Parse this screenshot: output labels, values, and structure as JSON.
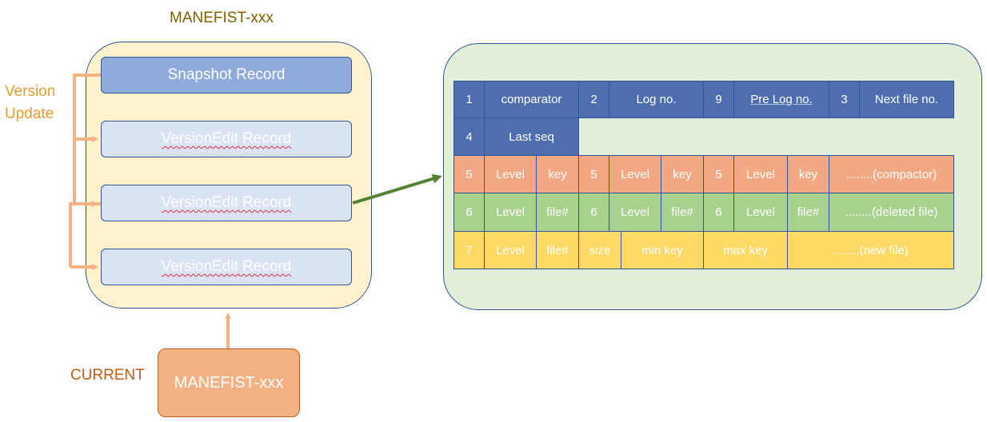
{
  "labels": {
    "manifest_title": "MANEFIST-xxx",
    "version_update": [
      "Version",
      "Update"
    ],
    "current": "CURRENT",
    "current_box": "MANEFIST-xxx"
  },
  "records": {
    "snapshot": "Snapshot Record",
    "version_edit_1": "VersionEdit Record",
    "version_edit_2": "VersionEdit Record",
    "version_edit_3": "VersionEdit Record"
  },
  "table": {
    "row1": [
      "1",
      "comparator",
      "2",
      "Log no.",
      "9",
      "Pre Log no.",
      "3",
      "Next file no."
    ],
    "row2": [
      "4",
      "Last seq"
    ],
    "row3": [
      "5",
      "Level",
      "key",
      "5",
      "Level",
      "key",
      "5",
      "Level",
      "key",
      "........(compactor)"
    ],
    "row4": [
      "6",
      "Level",
      "file#",
      "6",
      "Level",
      "file#",
      "6",
      "Level",
      "file#",
      "........(deleted file)"
    ],
    "row5": [
      "7",
      "Level",
      "file#",
      "size",
      "min key",
      "max key",
      "........(new file)"
    ]
  },
  "colors": {
    "blue_row": "#4f6eb0",
    "orange_row": "#f2a983",
    "green_row": "#a9d18e",
    "yellow_row": "#ffd966",
    "arrow_green": "#548235",
    "arrow_orange": "#f4b183"
  }
}
